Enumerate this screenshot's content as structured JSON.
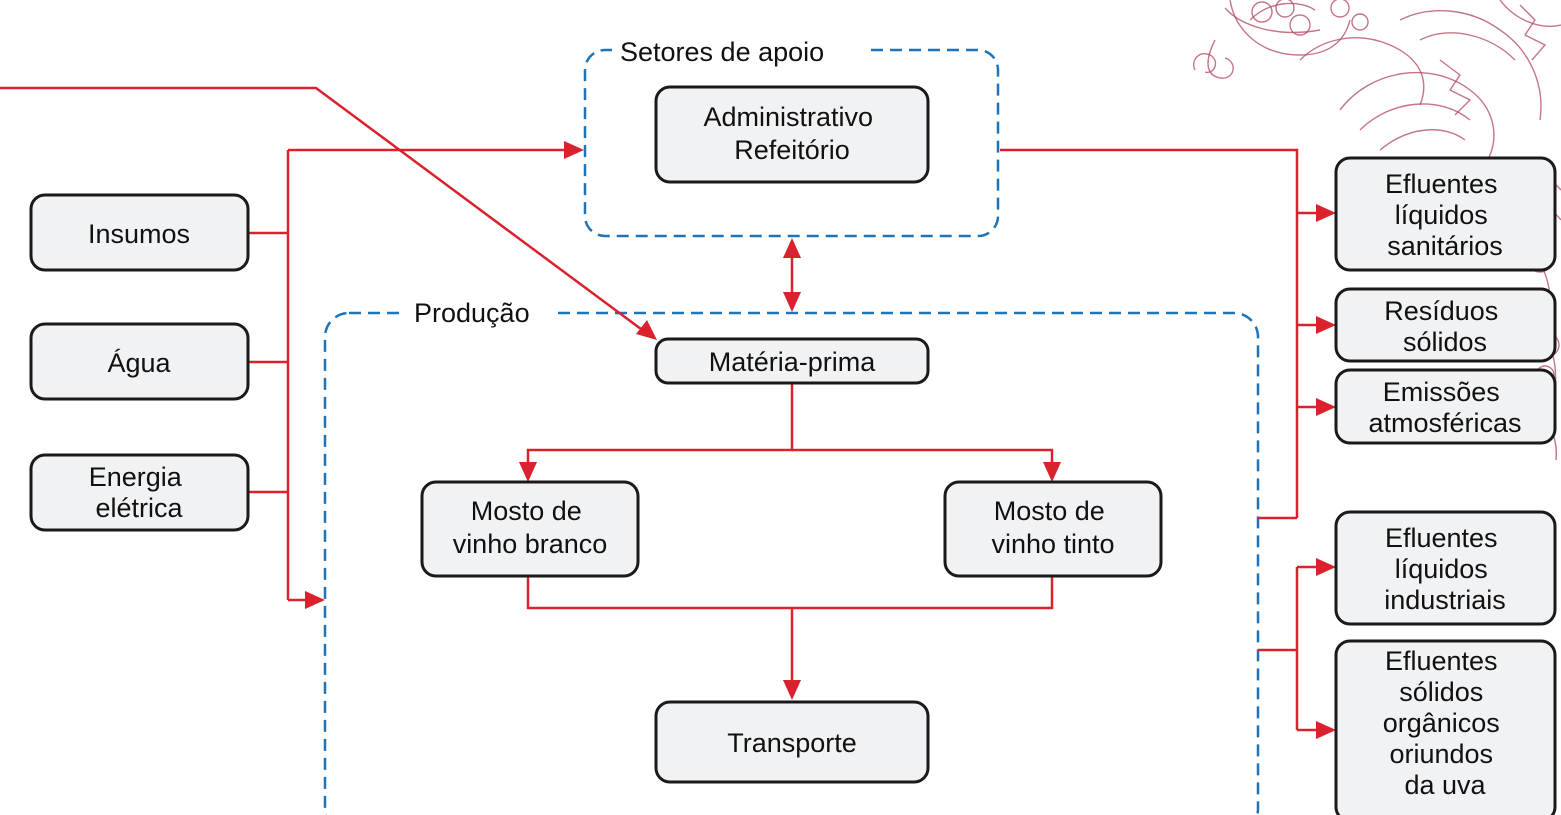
{
  "groups": {
    "support": "Setores de apoio",
    "production": "Produção"
  },
  "inputs": {
    "insumos": [
      "Insumos"
    ],
    "agua": [
      "Água"
    ],
    "energia": [
      "Energia",
      "elétrica"
    ]
  },
  "support_box": [
    "Administrativo",
    "Refeitório"
  ],
  "production_steps": {
    "materia_prima": [
      "Matéria-prima"
    ],
    "mosto_branco": [
      "Mosto de",
      "vinho branco"
    ],
    "mosto_tinto": [
      "Mosto de",
      "vinho tinto"
    ],
    "transporte": [
      "Transporte"
    ]
  },
  "outputs": {
    "efluentes_sanitarios": [
      "Efluentes",
      "líquidos",
      "sanitários"
    ],
    "residuos_solidos": [
      "Resíduos",
      "sólidos"
    ],
    "emissoes": [
      "Emissões",
      "atmosféricas"
    ],
    "efluentes_industriais": [
      "Efluentes",
      "líquidos",
      "industriais"
    ],
    "efluentes_organicos": [
      "Efluentes",
      "sólidos",
      "orgânicos",
      "oriundos",
      "da uva"
    ]
  },
  "colors": {
    "flow": "#d9222e",
    "group_border": "#1f74b8",
    "box_fill": "#f1f2f4",
    "box_border": "#1a1a1a",
    "decoration": "#b0475e"
  }
}
